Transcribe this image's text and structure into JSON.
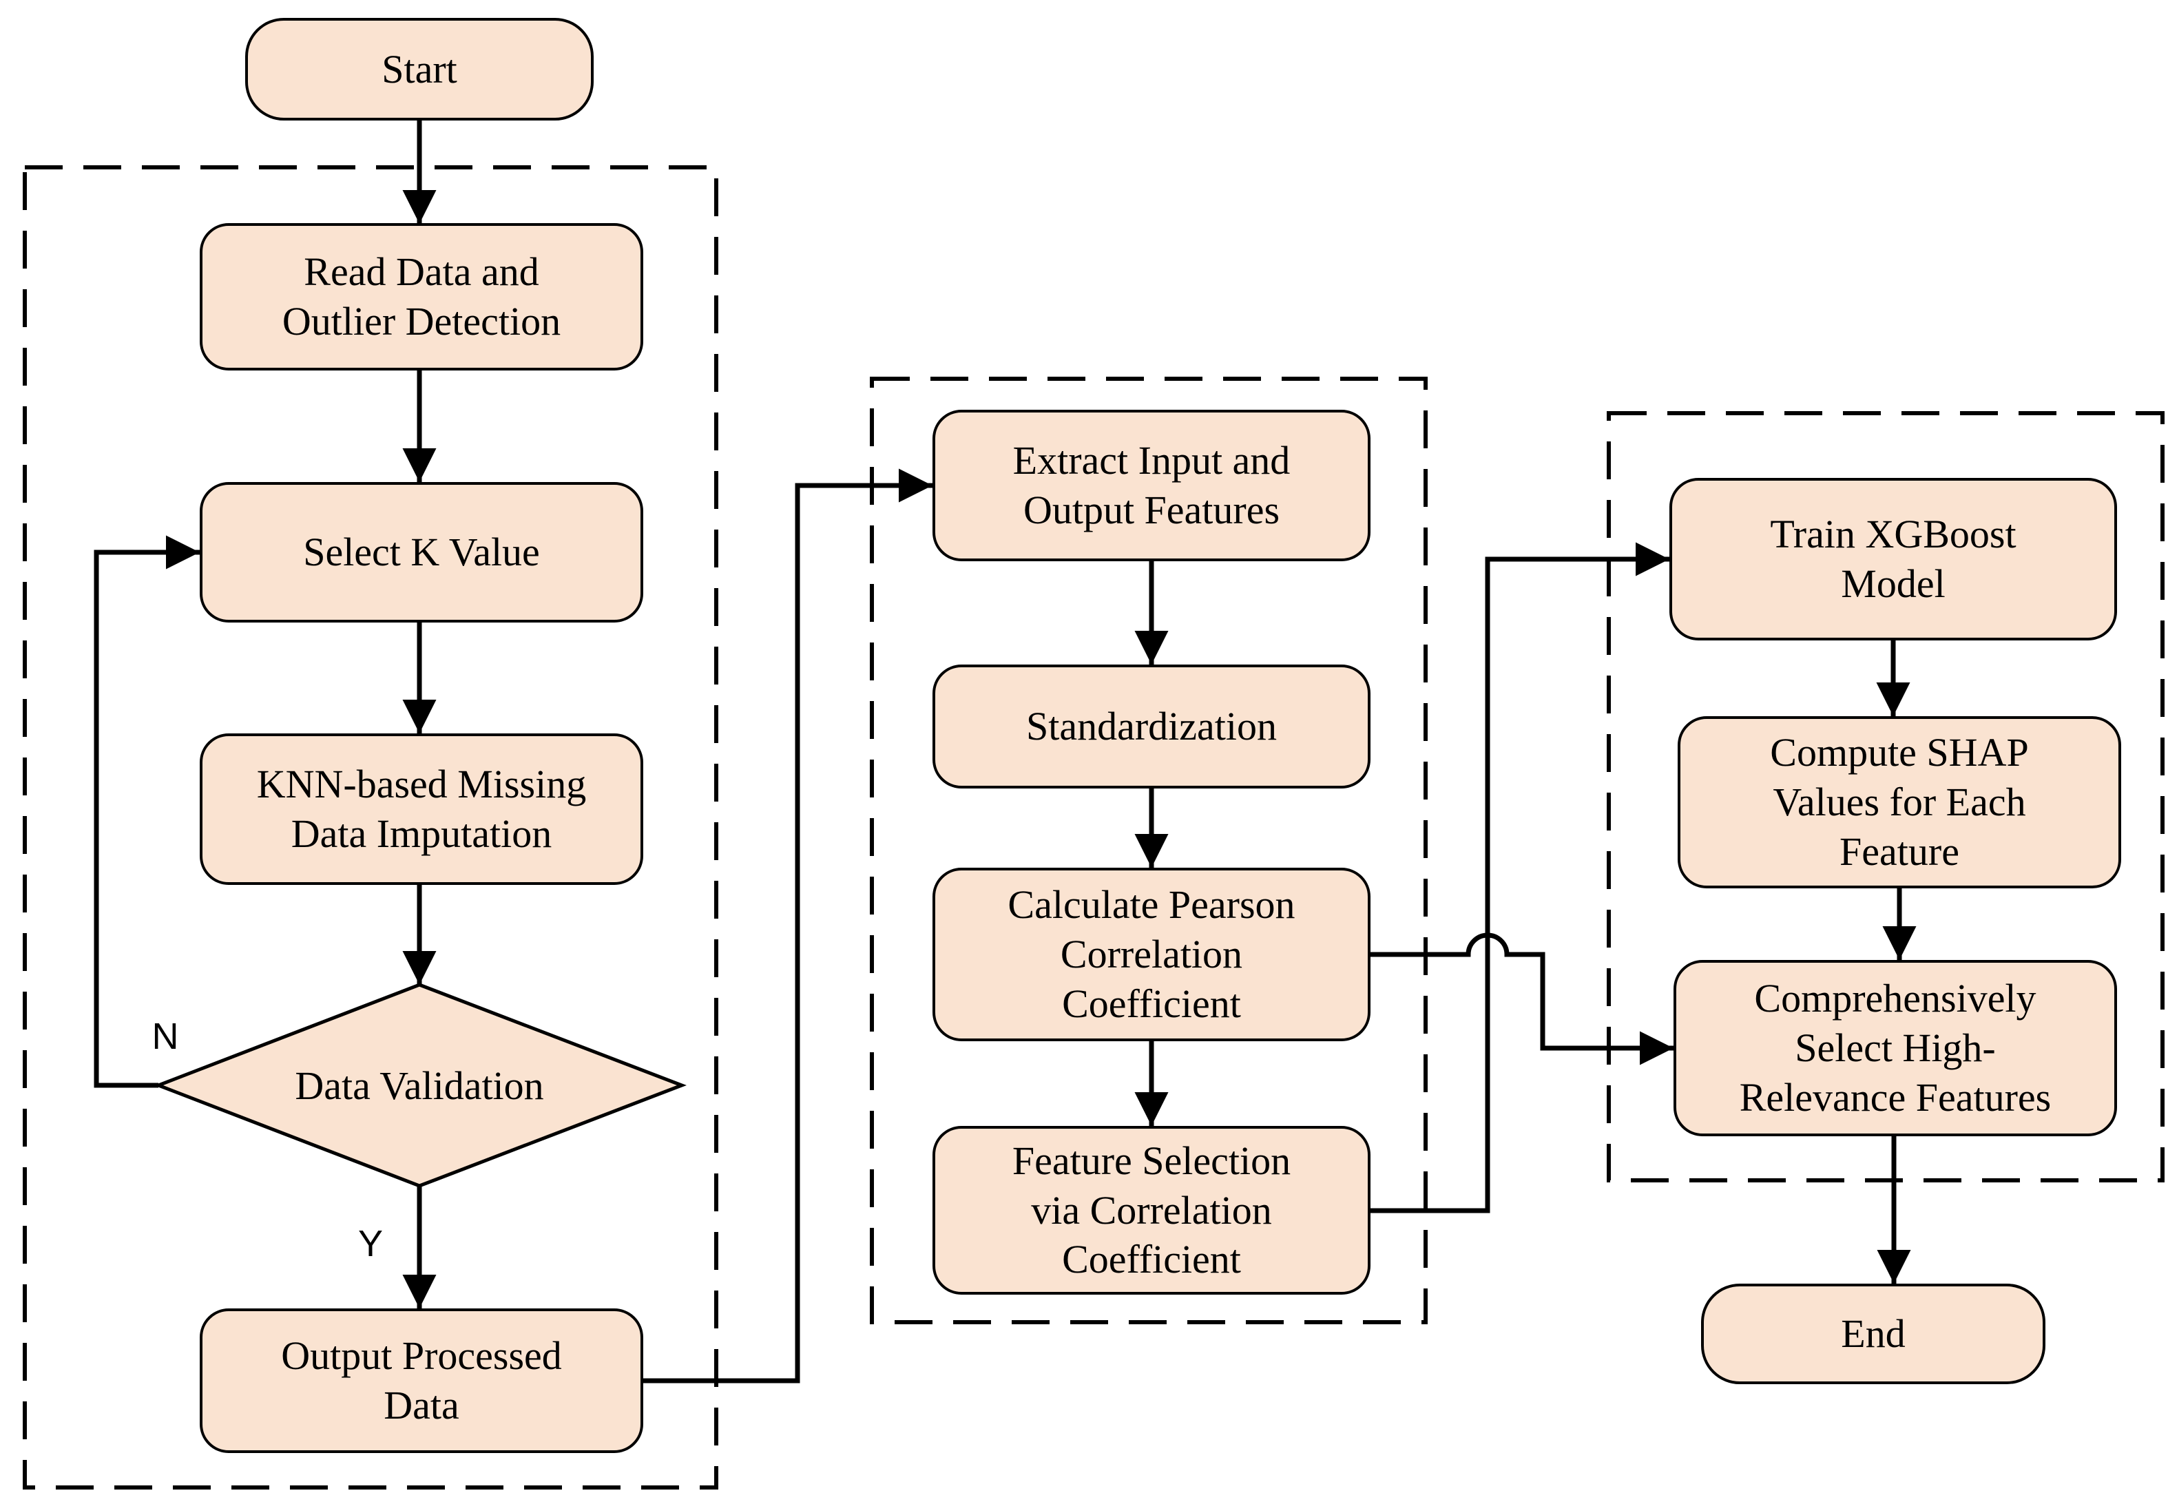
{
  "figure": {
    "type": "flowchart",
    "background": "#FFFFFF"
  },
  "colors": {
    "node_fill": "#FAE3D1",
    "node_border": "#000000",
    "line_color": "#000000",
    "text_color": "#000000",
    "background": "#FFFFFF"
  },
  "nodes": {
    "start": {
      "label": "Start"
    },
    "read_data": {
      "label": "Read Data  and\nOutlier Detection"
    },
    "select_k": {
      "label": "Select K Value"
    },
    "knn_imputation": {
      "label": "KNN-based Missing\nData Imputation"
    },
    "data_validation": {
      "label": "Data Validation"
    },
    "output_data": {
      "label": "Output Processed\nData"
    },
    "extract_features": {
      "label": "Extract Input and\nOutput Features"
    },
    "standardization": {
      "label": "Standardization"
    },
    "pearson": {
      "label": "Calculate Pearson\nCorrelation\nCoefficient"
    },
    "feature_selection": {
      "label": "Feature Selection\nvia Correlation\nCoefficient"
    },
    "train_xgboost": {
      "label": "Train XGBoost\nModel"
    },
    "compute_shap": {
      "label": "Compute SHAP\nValues for Each\nFeature"
    },
    "select_high_relevance": {
      "label": "Comprehensively\nSelect High-\nRelevance Features"
    },
    "end": {
      "label": "End"
    }
  },
  "edges": [
    {
      "from": "start",
      "to": "read_data"
    },
    {
      "from": "read_data",
      "to": "select_k"
    },
    {
      "from": "select_k",
      "to": "knn_imputation"
    },
    {
      "from": "knn_imputation",
      "to": "data_validation"
    },
    {
      "from": "data_validation",
      "to": "select_k",
      "label": "N"
    },
    {
      "from": "data_validation",
      "to": "output_data",
      "label": "Y"
    },
    {
      "from": "output_data",
      "to": "extract_features"
    },
    {
      "from": "extract_features",
      "to": "standardization"
    },
    {
      "from": "standardization",
      "to": "pearson"
    },
    {
      "from": "pearson",
      "to": "feature_selection"
    },
    {
      "from": "feature_selection",
      "to": "train_xgboost"
    },
    {
      "from": "pearson",
      "to": "select_high_relevance"
    },
    {
      "from": "train_xgboost",
      "to": "compute_shap"
    },
    {
      "from": "compute_shap",
      "to": "select_high_relevance"
    },
    {
      "from": "select_high_relevance",
      "to": "end"
    }
  ]
}
